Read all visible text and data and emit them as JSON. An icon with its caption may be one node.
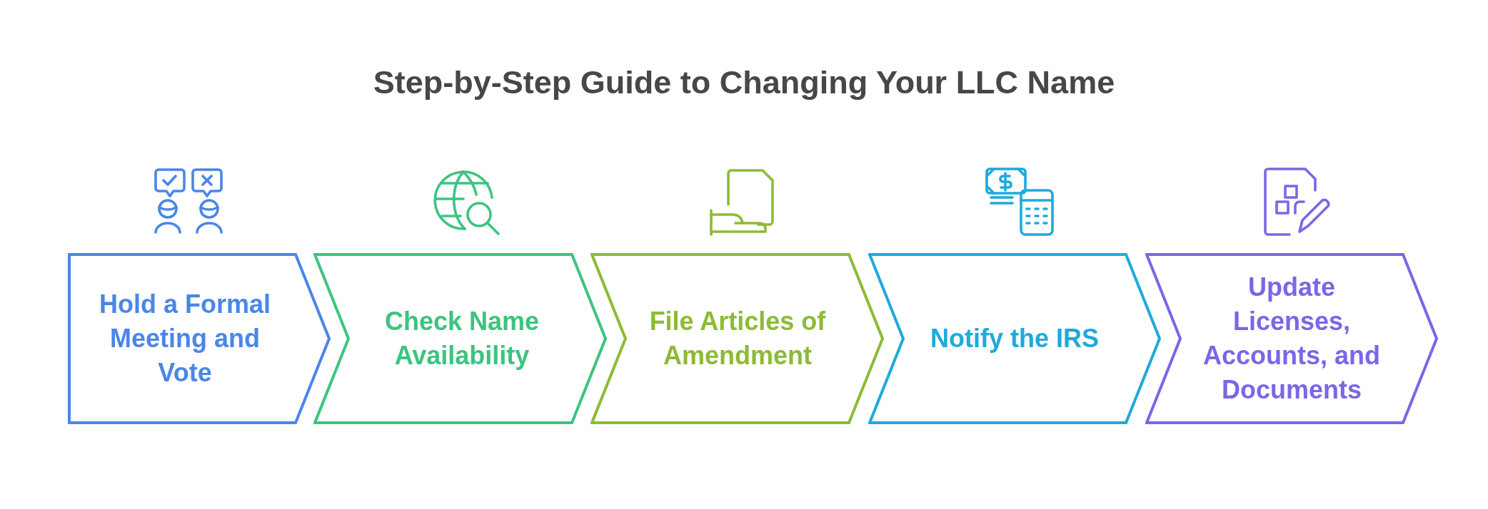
{
  "diagram": {
    "title": "Step-by-Step Guide to Changing Your LLC Name",
    "nodes": [
      {
        "text": [
          "Hold a Formal Meeting and Vote"
        ]
      },
      {
        "text": [
          "Check Name Availability"
        ]
      },
      {
        "text": [
          "File Articles of Amendment"
        ]
      },
      {
        "text": [
          "Notify the IRS"
        ]
      },
      {
        "text": [
          "Update Licenses, Accounts, and Documents"
        ]
      }
    ]
  }
}
